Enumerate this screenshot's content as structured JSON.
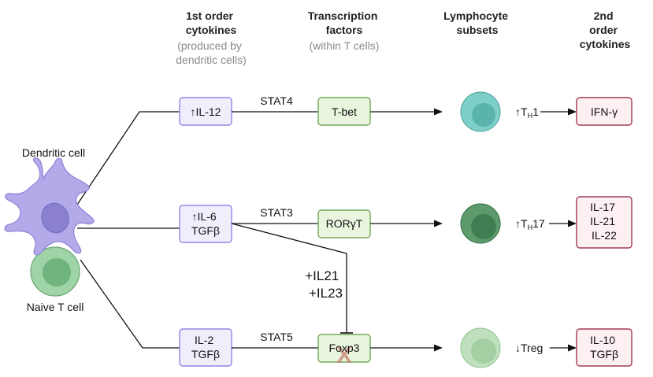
{
  "headers": {
    "first_order": [
      "1st order",
      "cytokines"
    ],
    "first_order_note": [
      "(produced by",
      "dendritic cells)"
    ],
    "transcription": [
      "Transcription",
      "factors"
    ],
    "transcription_note": [
      "(within T cells)"
    ],
    "lymphocyte": [
      "Lymphocyte",
      "subsets"
    ],
    "second_order": [
      "2nd",
      "order",
      "cytokines"
    ]
  },
  "cells": {
    "dendritic_label": "Dendritic cell",
    "naive_label": "Naive T cell"
  },
  "rows": [
    {
      "cytokine_lines": [
        "↑IL-12"
      ],
      "stat": "STAT4",
      "factor": "T-bet",
      "subset": {
        "arrow": "↑",
        "main": "T",
        "sub": "H",
        "suffix": "1"
      },
      "cell_fill": "#7ecfc9",
      "cell_inner": "#5ab3ad",
      "output_lines": [
        "IFN-γ"
      ]
    },
    {
      "cytokine_lines": [
        "↑IL-6",
        "TGFβ"
      ],
      "stat": "STAT3",
      "factor": "RORγT",
      "subset": {
        "arrow": "↑",
        "main": "T",
        "sub": "H",
        "suffix": "17"
      },
      "cell_fill": "#5e9a6c",
      "cell_inner": "#3f7e50",
      "output_lines": [
        "IL-17",
        "IL-21",
        "IL-22"
      ]
    },
    {
      "cytokine_lines": [
        "IL-2",
        "TGFβ"
      ],
      "stat": "STAT5",
      "factor": "Foxp3",
      "subset": {
        "arrow": "↓",
        "main": "Treg",
        "sub": "",
        "suffix": ""
      },
      "cell_fill": "#bfe0bd",
      "cell_inner": "#a4cfa3",
      "output_lines": [
        "IL-10",
        "TGFβ"
      ]
    }
  ],
  "inhibitor_lines": [
    "+IL21",
    "+IL23"
  ],
  "block_mark": "X",
  "colors": {
    "dendritic": "#b3aaea",
    "dendritic_nucleus": "#8a80cf",
    "naive": "#9fd4a6",
    "naive_inner": "#6fb37e",
    "block_mark": "#c9826f"
  }
}
